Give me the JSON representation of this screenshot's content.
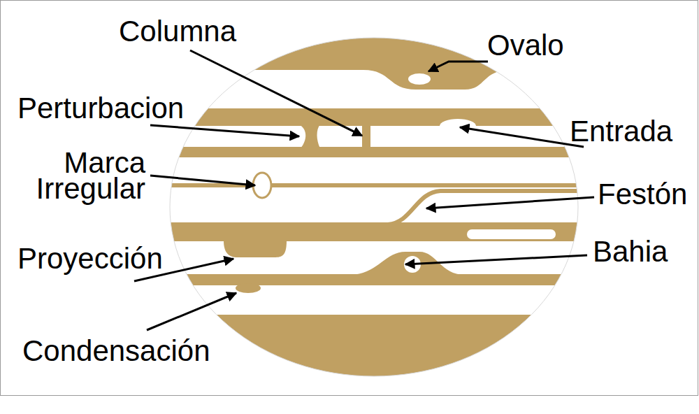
{
  "diagram": {
    "labels": [
      "Columna",
      "Ovalo",
      "Perturbacion",
      "Entrada",
      "Marca Irregular",
      "Festón",
      "Proyección",
      "Bahia",
      "Condensación"
    ]
  }
}
